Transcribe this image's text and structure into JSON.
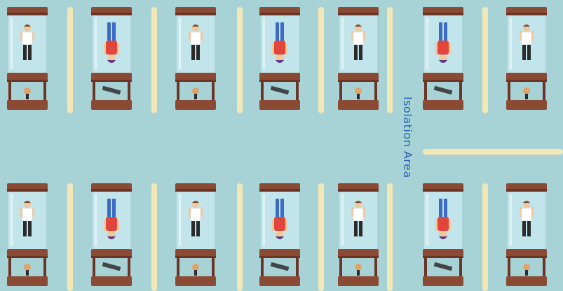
{
  "labels": {
    "isolation_area": "Isolation Area"
  },
  "colors": {
    "background": "#a8d3d6",
    "wood": "#8b4a33",
    "wood_dark": "#6b3526",
    "glass": "#c7e7ef",
    "divider": "#f3e7b6",
    "shirt_white": "#ffffff",
    "shirt_red": "#e2453c",
    "pants_black": "#2b2b2b",
    "pants_blue": "#3b6bc6",
    "text_blue": "#2f5fb0"
  },
  "pods": [
    {
      "person": "upright"
    },
    {
      "person": "inverted"
    },
    {
      "person": "upright"
    },
    {
      "person": "inverted"
    },
    {
      "person": "upright"
    },
    {
      "person": "inverted"
    },
    {
      "person": "upright"
    }
  ]
}
